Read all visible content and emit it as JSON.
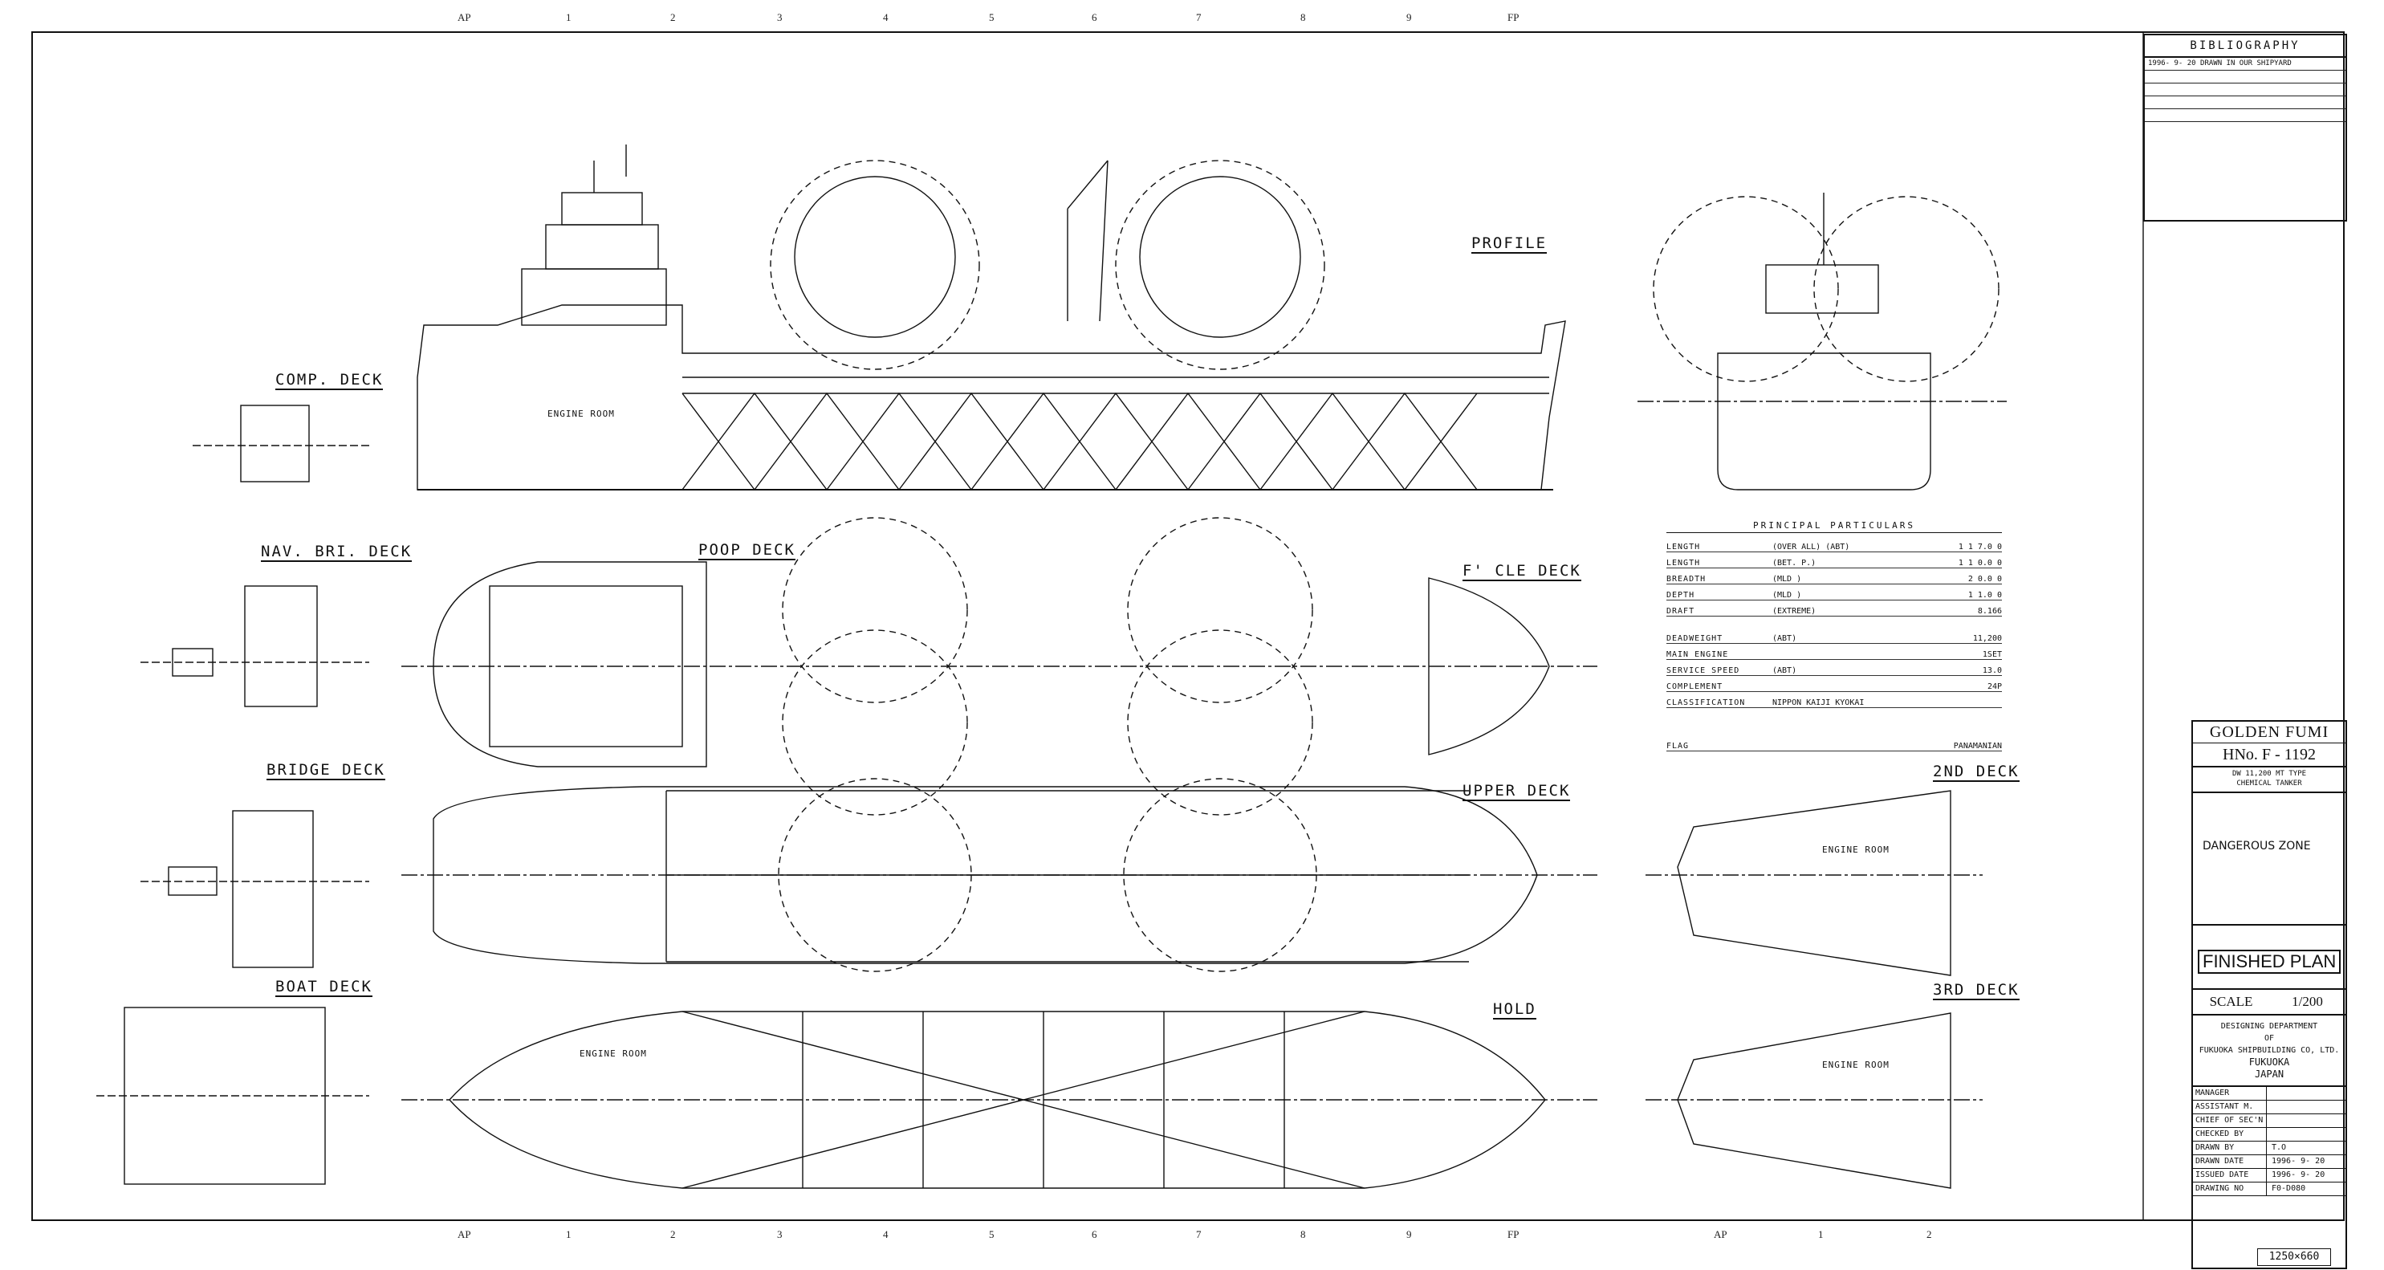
{
  "sheet": {
    "grid_top": [
      "AP",
      "1",
      "2",
      "3",
      "4",
      "5",
      "6",
      "7",
      "8",
      "9",
      "FP"
    ],
    "grid_bottom": [
      "AP",
      "1",
      "2",
      "3",
      "4",
      "5",
      "6",
      "7",
      "8",
      "9",
      "FP",
      "AP",
      "1",
      "2"
    ]
  },
  "views": {
    "profile": "PROFILE",
    "comp_deck": "COMP. DECK",
    "nav_bri_deck": "NAV. BRI. DECK",
    "poop_deck": "POOP DECK",
    "fcle_deck": "F' CLE DECK",
    "bridge_deck": "BRIDGE DECK",
    "upper_deck": "UPPER DECK",
    "boat_deck": "BOAT DECK",
    "hold": "HOLD",
    "second_deck": "2ND DECK",
    "third_deck": "3RD DECK"
  },
  "rooms": {
    "engine_room_profile": "ENGINE ROOM",
    "engine_room_hold": "ENGINE ROOM",
    "engine_room_2nd": "ENGINE ROOM",
    "engine_room_3rd": "ENGINE ROOM"
  },
  "particulars": {
    "title": "PRINCIPAL  PARTICULARS",
    "rows": [
      {
        "k": "LENGTH",
        "q": "(OVER ALL)  (ABT)",
        "v": "1 1 7.0 0"
      },
      {
        "k": "LENGTH",
        "q": "(BET.  P.)",
        "v": "1 1 0.0 0"
      },
      {
        "k": "BREADTH",
        "q": "(MLD )",
        "v": "2 0.0 0"
      },
      {
        "k": "DEPTH",
        "q": "(MLD )",
        "v": "1 1.0 0"
      },
      {
        "k": "DRAFT",
        "q": "(EXTREME)",
        "v": "8.166"
      },
      {
        "k": "",
        "q": "",
        "v": ""
      },
      {
        "k": "DEADWEIGHT",
        "q": "(ABT)",
        "v": "11,200"
      },
      {
        "k": "MAIN ENGINE",
        "q": "",
        "v": "1SET"
      },
      {
        "k": "SERVICE SPEED",
        "q": "(ABT)",
        "v": "13.0"
      },
      {
        "k": "COMPLEMENT",
        "q": "",
        "v": "24P"
      },
      {
        "k": "CLASSIFICATION",
        "q": "NIPPON KAIJI KYOKAI",
        "v": ""
      },
      {
        "k": "",
        "q": "",
        "v": ""
      },
      {
        "k": "FLAG",
        "q": "",
        "v": "PANAMANIAN"
      }
    ]
  },
  "bibliography": {
    "title": "BIBLIOGRAPHY",
    "entries": [
      "1996- 9- 20   DRAWN IN OUR SHIPYARD"
    ]
  },
  "titleblock": {
    "ship_name": "GOLDEN FUMI",
    "hull_no": "HNo. F - 1192",
    "type_line1": "DW 11,200 MT TYPE",
    "type_line2": "CHEMICAL TANKER",
    "zone": "DANGEROUS ZONE",
    "stamp": "FINISHED PLAN",
    "scale_label": "SCALE",
    "scale_value": "1/200",
    "dept1": "DESIGNING DEPARTMENT",
    "dept2": "OF",
    "dept3": "FUKUOKA SHIPBUILDING CO, LTD.",
    "dept4": "FUKUOKA",
    "dept5": "JAPAN",
    "manager": "MANAGER",
    "assistant": "ASSISTANT M.",
    "chief": "CHIEF OF SEC'N",
    "checked": "CHECKED BY",
    "drawn_by": "DRAWN BY",
    "drawn_by_val": "T.O",
    "drawn_date": "DRAWN DATE",
    "drawn_date_val": "1996- 9- 20",
    "issued_date": "ISSUED DATE",
    "issued_date_val": "1996- 9- 20",
    "drawing_no": "DRAWING NO",
    "drawing_no_val": "F0-D080",
    "sheet_size": "1250×660"
  }
}
